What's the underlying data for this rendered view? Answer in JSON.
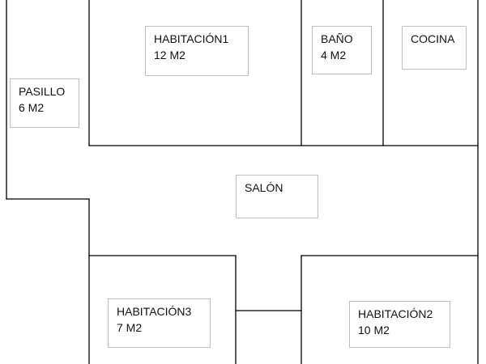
{
  "rooms": {
    "pasillo": {
      "name": "PASILLO",
      "area": "6 M2"
    },
    "habitacion1": {
      "name": "HABITACIÓN1",
      "area": "12 M2"
    },
    "bano": {
      "name": "BAÑO",
      "area": "4 M2"
    },
    "cocina": {
      "name": "COCINA",
      "area": ""
    },
    "salon": {
      "name": "SALÓN",
      "area": ""
    },
    "habitacion3": {
      "name": "HABITACIÓN3",
      "area": "7 M2"
    },
    "habitacion2": {
      "name": "HABITACIÓN2",
      "area": "10 M2"
    }
  },
  "colors": {
    "wall": "#000000",
    "label_border": "#bfbfbf"
  }
}
